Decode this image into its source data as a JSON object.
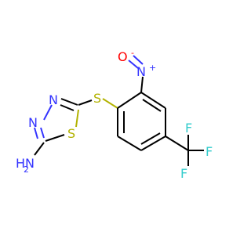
{
  "molecule": {
    "atoms": {
      "nitro_plus": "+",
      "nitro_n": "N",
      "nitro_o": "O",
      "nitro_minus": "-",
      "sulfur_bridge": "S",
      "thiadiazole_n1": "N",
      "thiadiazole_n2": "N",
      "thiadiazole_s": "S",
      "amine_h": "H",
      "amine_n": "N",
      "amine_h_sub": "2",
      "cf3_f_top": "F",
      "cf3_f_right": "F",
      "cf3_f_bottom": "F"
    },
    "colors": {
      "carbon_bond": "#000000",
      "nitrogen": "#3333ff",
      "oxygen": "#ff0000",
      "sulfur": "#b2b200",
      "fluorine": "#33cccc"
    }
  }
}
